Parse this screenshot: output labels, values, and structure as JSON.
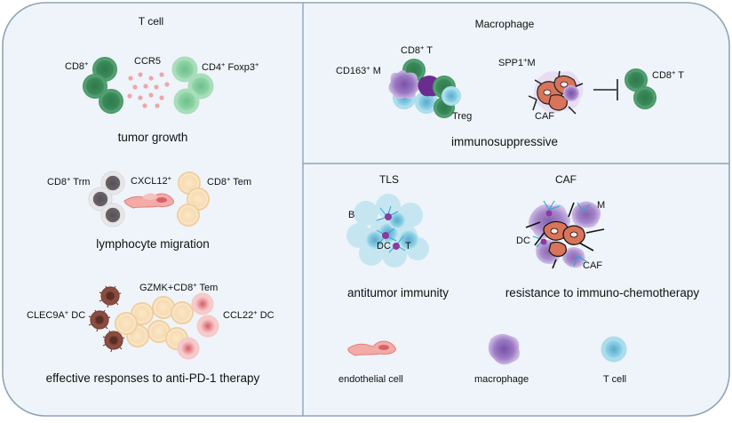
{
  "tcell": {
    "title": "T cell",
    "tumor": {
      "cd8": "CD8",
      "cd8_sup": "+",
      "ccr5": "CCR5",
      "cd4": "CD4",
      "cd4_sup": "+",
      "foxp3": " Foxp3",
      "foxp3_sup": "+",
      "caption": "tumor growth"
    },
    "migration": {
      "trm": "CD8",
      "trm_sup": "+",
      "trm_rest": " Trm",
      "cxcl12": "CXCL12",
      "cxcl12_sup": "+",
      "tem": "CD8",
      "tem_sup": "+",
      "tem_rest": " Tem",
      "caption": "lymphocyte migration"
    },
    "pd1": {
      "gzmk": "GZMK+CD8",
      "gzmk_sup": "+",
      "gzmk_rest": " Tem",
      "clec9a": "CLEC9A",
      "clec9a_sup": "+",
      "clec9a_rest": " DC",
      "ccl22": "CCL22",
      "ccl22_sup": "+",
      "ccl22_rest": " DC",
      "caption": "effective responses to anti-PD-1 therapy"
    }
  },
  "macrophage": {
    "title": "Macrophage",
    "cd8t": "CD8",
    "cd8t_sup": "+",
    "cd8t_rest": " T",
    "cd163": "CD163",
    "cd163_sup": "+",
    "cd163_rest": " M",
    "treg": "Treg",
    "spp1": "SPP1",
    "spp1_sup": "+",
    "spp1_rest": "M",
    "caf": "CAF",
    "cd8t_right": "CD8",
    "cd8t_right_sup": "+",
    "cd8t_right_rest": " T",
    "caption": "immunosuppressive"
  },
  "tls": {
    "title": "TLS",
    "b": "B",
    "dc": "DC",
    "t": "T",
    "caption": "antitumor immunity"
  },
  "caf": {
    "title": "CAF",
    "m": "M",
    "dc": "DC",
    "caf": "CAF",
    "caption": "resistance to immuno-chemotherapy"
  },
  "legend": {
    "endothelial": "endothelial cell",
    "macrophage": "macrophage",
    "tcell": "T cell"
  },
  "colors": {
    "panel_bg": "#eef4f9",
    "border": "#8fa4b8",
    "green_dark": "#2f7d4f",
    "green_light": "#8dd0a3",
    "gray_dark": "#5f5a5c",
    "cream": "#f6dcb0",
    "dc_dark": "#7a4338",
    "dc_red": "#d9606a",
    "purple": "#8a62b3",
    "blue": "#7cc5dd",
    "caf_orange": "#d9745a",
    "endo_pink": "#f0a7a3"
  }
}
